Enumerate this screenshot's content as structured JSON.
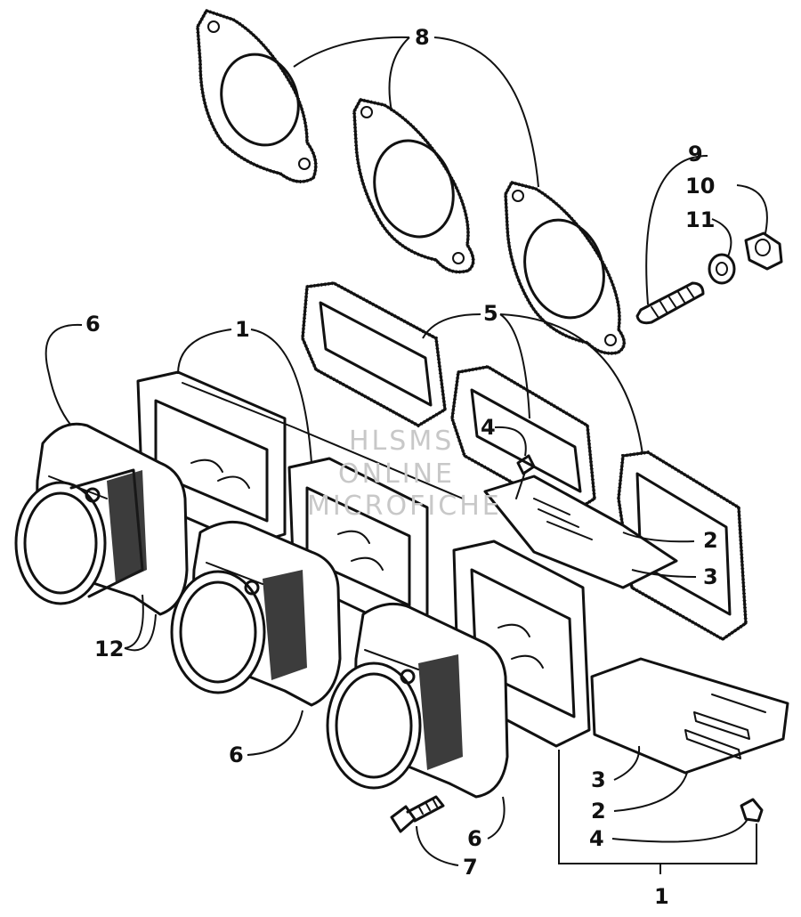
{
  "callouts": {
    "c1_top": "1",
    "c1_bottom": "1",
    "c2_upper": "2",
    "c2_lower": "2",
    "c3_upper": "3",
    "c3_lower": "3",
    "c4_upper": "4",
    "c4_lower": "4",
    "c5": "5",
    "c6_left": "6",
    "c6_middle": "6",
    "c6_bottom": "6",
    "c7": "7",
    "c8": "8",
    "c9": "9",
    "c10": "10",
    "c11": "11",
    "c12": "12"
  },
  "watermark": {
    "line1": "HLSMS",
    "line2": "ONLINE",
    "line3": "MICROFICHE"
  }
}
